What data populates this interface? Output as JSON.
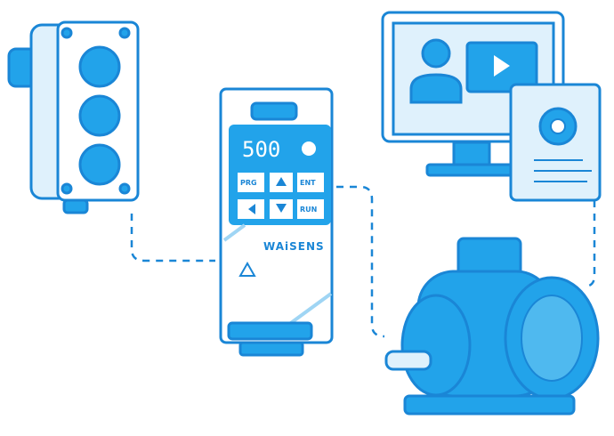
{
  "drive": {
    "display_value": "500",
    "keys": [
      "PRG",
      "ENT",
      "RUN"
    ],
    "brand": "WAiSENS"
  },
  "colors": {
    "primary": "#22a3ea",
    "outline": "#1a86d6",
    "light": "#dff1fc"
  }
}
